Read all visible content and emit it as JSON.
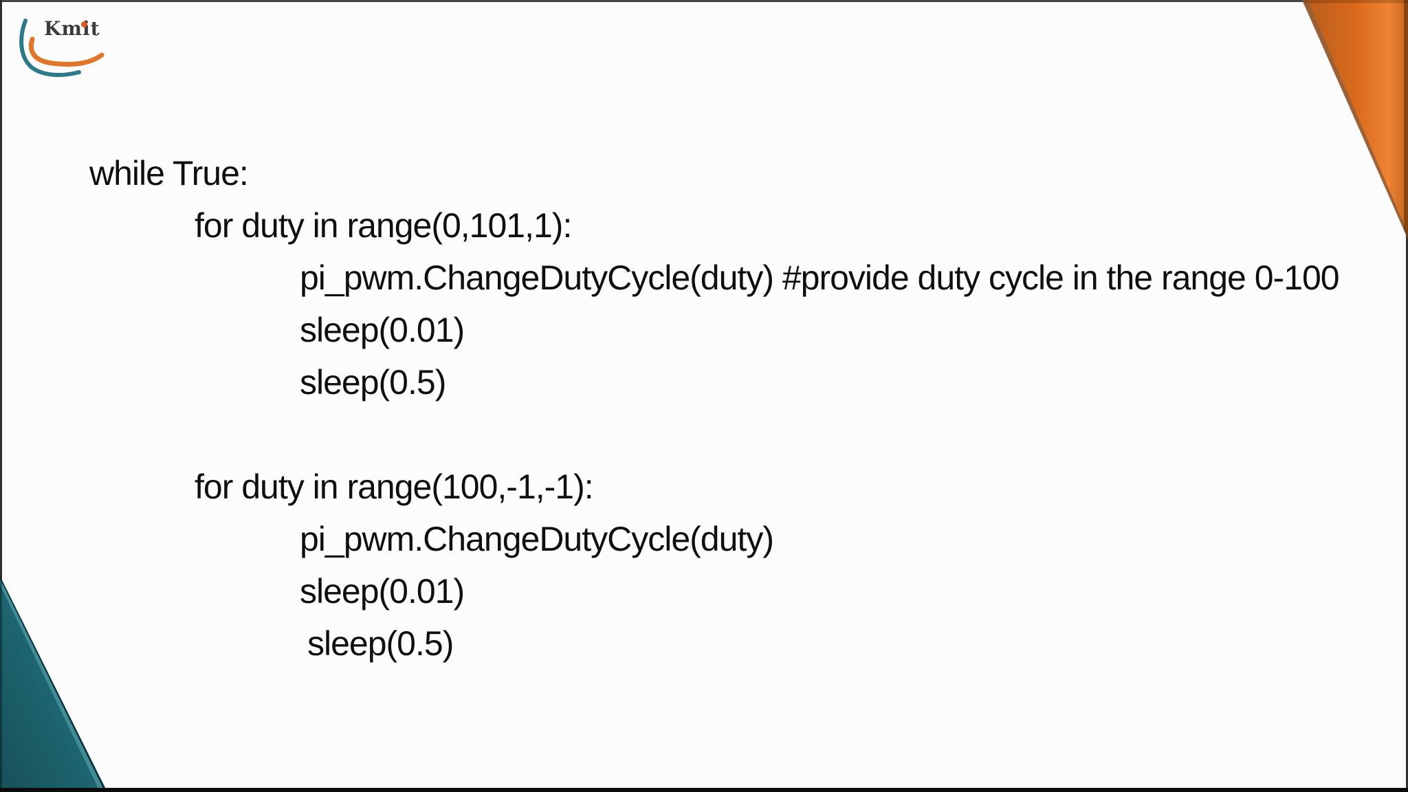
{
  "slide": {
    "logo_text": "Kmit",
    "code_lines": [
      {
        "text": "while True:",
        "indent": 0
      },
      {
        "text": "for duty in range(0,101,1):",
        "indent": 1
      },
      {
        "text": "pi_pwm.ChangeDutyCycle(duty) #provide duty cycle in the range 0-100",
        "indent": 2
      },
      {
        "text": "sleep(0.01)",
        "indent": 2
      },
      {
        "text": "sleep(0.5)",
        "indent": 2
      },
      {
        "text": "",
        "indent": 0
      },
      {
        "text": "for duty in range(100,-1,-1):",
        "indent": 1
      },
      {
        "text": "pi_pwm.ChangeDutyCycle(duty)",
        "indent": 2
      },
      {
        "text": "sleep(0.01)",
        "indent": 2
      },
      {
        "text": "sleep(0.5)",
        "indent": 3
      }
    ]
  },
  "colors": {
    "text_color": "#0f0f0f",
    "accent_orange": "#d96a1c",
    "accent_orange_bright": "#f08233",
    "accent_orange_dark": "#b75c1b",
    "accent_teal": "#1f6b75",
    "accent_teal_light": "#4f9aa5",
    "accent_teal_dark": "#0a343b",
    "logo_teal": "#2b7a8a",
    "logo_orange": "#e0762a",
    "logo_dot_orange": "#d95b22",
    "logo_text_gray": "#3c3c3c"
  }
}
